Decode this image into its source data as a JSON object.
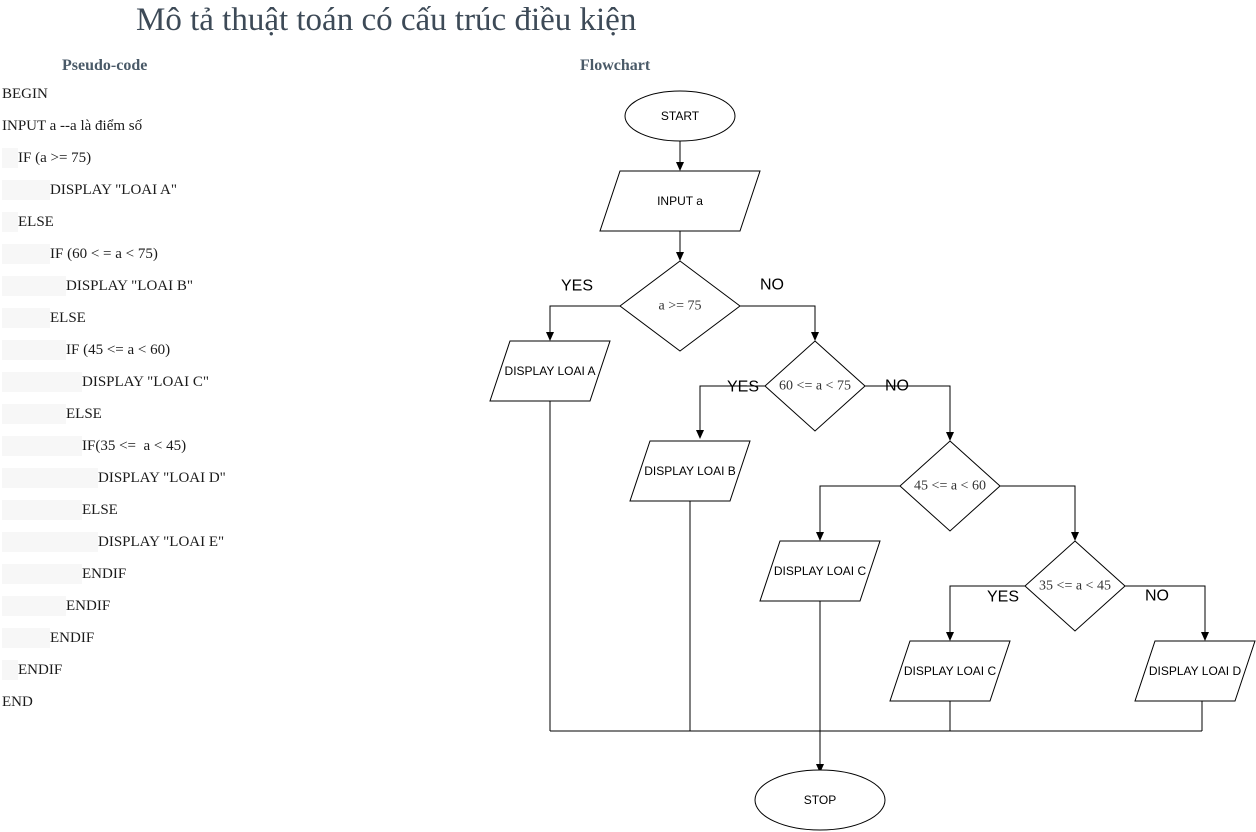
{
  "title": "Mô tả thuật toán có cấu trúc điều kiện",
  "pseudocode": {
    "heading": "Pseudo-code",
    "lines": [
      {
        "indent": 0,
        "text": "BEGIN"
      },
      {
        "indent": 0,
        "text": "INPUT a --a là điểm số"
      },
      {
        "indent": 1,
        "text": "IF (a >= 75)"
      },
      {
        "indent": 3,
        "text": "DISPLAY \"LOAI A\""
      },
      {
        "indent": 1,
        "text": "ELSE"
      },
      {
        "indent": 3,
        "text": "IF (60 < = a < 75)"
      },
      {
        "indent": 4,
        "text": "DISPLAY \"LOAI B\""
      },
      {
        "indent": 3,
        "text": "ELSE"
      },
      {
        "indent": 4,
        "text": "IF (45 <= a < 60)"
      },
      {
        "indent": 5,
        "text": "DISPLAY \"LOAI C\""
      },
      {
        "indent": 4,
        "text": "ELSE"
      },
      {
        "indent": 5,
        "text": "IF(35 <=  a < 45)"
      },
      {
        "indent": 6,
        "text": "DISPLAY \"LOAI D\""
      },
      {
        "indent": 5,
        "text": "ELSE"
      },
      {
        "indent": 6,
        "text": "DISPLAY \"LOAI E\""
      },
      {
        "indent": 5,
        "text": "ENDIF"
      },
      {
        "indent": 4,
        "text": "ENDIF"
      },
      {
        "indent": 3,
        "text": "ENDIF"
      },
      {
        "indent": 1,
        "text": "ENDIF"
      },
      {
        "indent": 0,
        "text": "END"
      }
    ]
  },
  "flowchart": {
    "heading": "Flowchart",
    "start": "START",
    "input": "INPUT a",
    "decision1": "a >= 75",
    "decision2": "60 <= a < 75",
    "decision3": "45 <= a < 60",
    "decision4": "35 <= a < 45",
    "display_a": "DISPLAY LOAI A",
    "display_b": "DISPLAY LOAI B",
    "display_c1": "DISPLAY LOAI C",
    "display_c2": "DISPLAY LOAI C",
    "display_d": "DISPLAY LOAI D",
    "stop": "STOP",
    "yes": "YES",
    "no": "NO"
  }
}
